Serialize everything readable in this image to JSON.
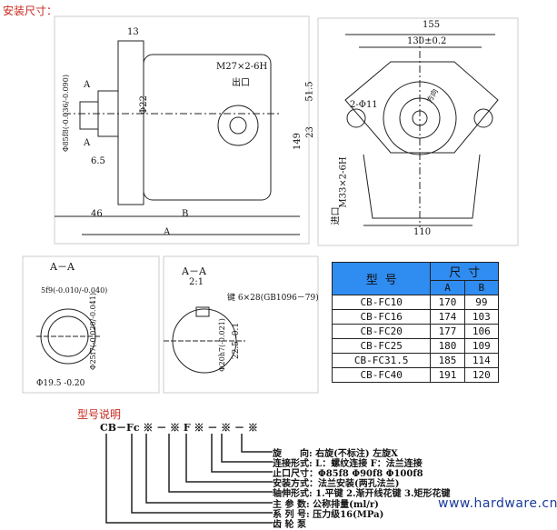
{
  "heading": "安装尺寸：",
  "drawing": {
    "dim_155": "155",
    "dim_130": "130±0.2",
    "dim_13": "13",
    "thread_out": "M27×2-6H",
    "outlet": "出口",
    "section_mark": "A",
    "dia_22": "Φ22",
    "dia_85": "Φ85f8(-0.036/-0.090)",
    "dim_51": "51.5",
    "dim_23": "23",
    "dim_149": "149",
    "holes": "2-Φ11",
    "dim_6_5": "6.5",
    "dim_46": "46",
    "dim_B": "B",
    "dim_A": "A",
    "inlet": "进口",
    "thread_in": "M33×2-6H",
    "dim_110": "110",
    "rotation": "方向"
  },
  "section1": {
    "title": "A－A",
    "key": "5f9(-0.010/-0.040)",
    "shaft": "Φ25f7(-0.020/-0.041)",
    "bottom": "Φ19.5 -0.20"
  },
  "section2": {
    "title": "A－A",
    "scale": "2:1",
    "key": "键 6×28(GB1096－79)",
    "dim": "22.5 -0.1",
    "shaft": "Φ20h7(-0.021)"
  },
  "table": {
    "header_model": "型 号",
    "header_size": "尺 寸",
    "col_a": "A",
    "col_b": "B",
    "rows": [
      [
        "CB-FC10",
        "170",
        "99"
      ],
      [
        "CB-FC16",
        "174",
        "103"
      ],
      [
        "CB-FC20",
        "177",
        "106"
      ],
      [
        "CB-FC25",
        "180",
        "109"
      ],
      [
        "CB-FC31.5",
        "185",
        "114"
      ],
      [
        "CB-FC40",
        "191",
        "120"
      ]
    ]
  },
  "model_title": "型号说明",
  "model_code": "CB－Fc ※ － ※  F  ※ － ※ － ※",
  "legend": [
    "旋　　向: 右旋(不标注) 左旋X",
    "连接形式: L：螺纹连接 F：法兰连接",
    "止口尺寸：Φ85f8  Φ90f8  Φ100f8",
    "安装方式：法兰安装(两孔法兰)",
    "轴伸形式:  1.平键 2.渐开线花键 3.矩形花键",
    "主 参 数: 公称排量(ml/r)",
    "系 列 号: 压力级16(MPa)",
    "齿 轮 泵"
  ],
  "watermark": "www.hardware.cn"
}
